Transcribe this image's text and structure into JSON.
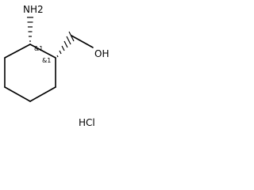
{
  "molecule": {
    "nh2_label": "NH2",
    "oh_label": "OH",
    "stereo_c1": "&1",
    "stereo_c2": "&1",
    "salt": "HCl"
  }
}
